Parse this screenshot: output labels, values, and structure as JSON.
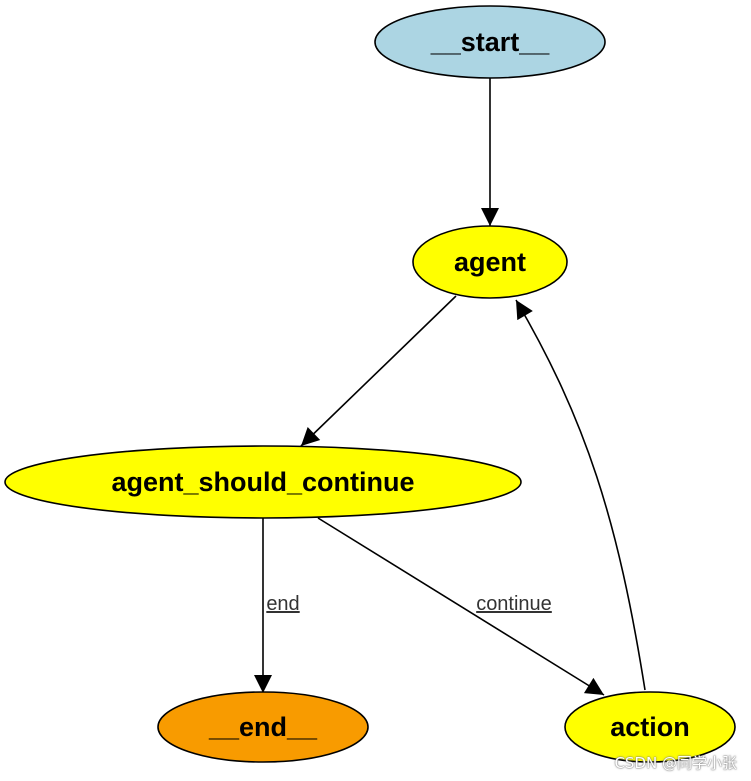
{
  "diagram": {
    "nodes": [
      {
        "id": "start",
        "label": "__start__",
        "color": "#acd5e3"
      },
      {
        "id": "agent",
        "label": "agent",
        "color": "#ffff00"
      },
      {
        "id": "agent_should_continue",
        "label": "agent_should_continue",
        "color": "#ffff00"
      },
      {
        "id": "end",
        "label": "__end__",
        "color": "#f89b00"
      },
      {
        "id": "action",
        "label": "action",
        "color": "#ffff00"
      }
    ],
    "edges": [
      {
        "from": "start",
        "to": "agent",
        "label": ""
      },
      {
        "from": "agent",
        "to": "agent_should_continue",
        "label": ""
      },
      {
        "from": "agent_should_continue",
        "to": "end",
        "label": "end"
      },
      {
        "from": "agent_should_continue",
        "to": "action",
        "label": "continue"
      },
      {
        "from": "action",
        "to": "agent",
        "label": ""
      }
    ]
  },
  "watermark": "CSDN @同学小张"
}
